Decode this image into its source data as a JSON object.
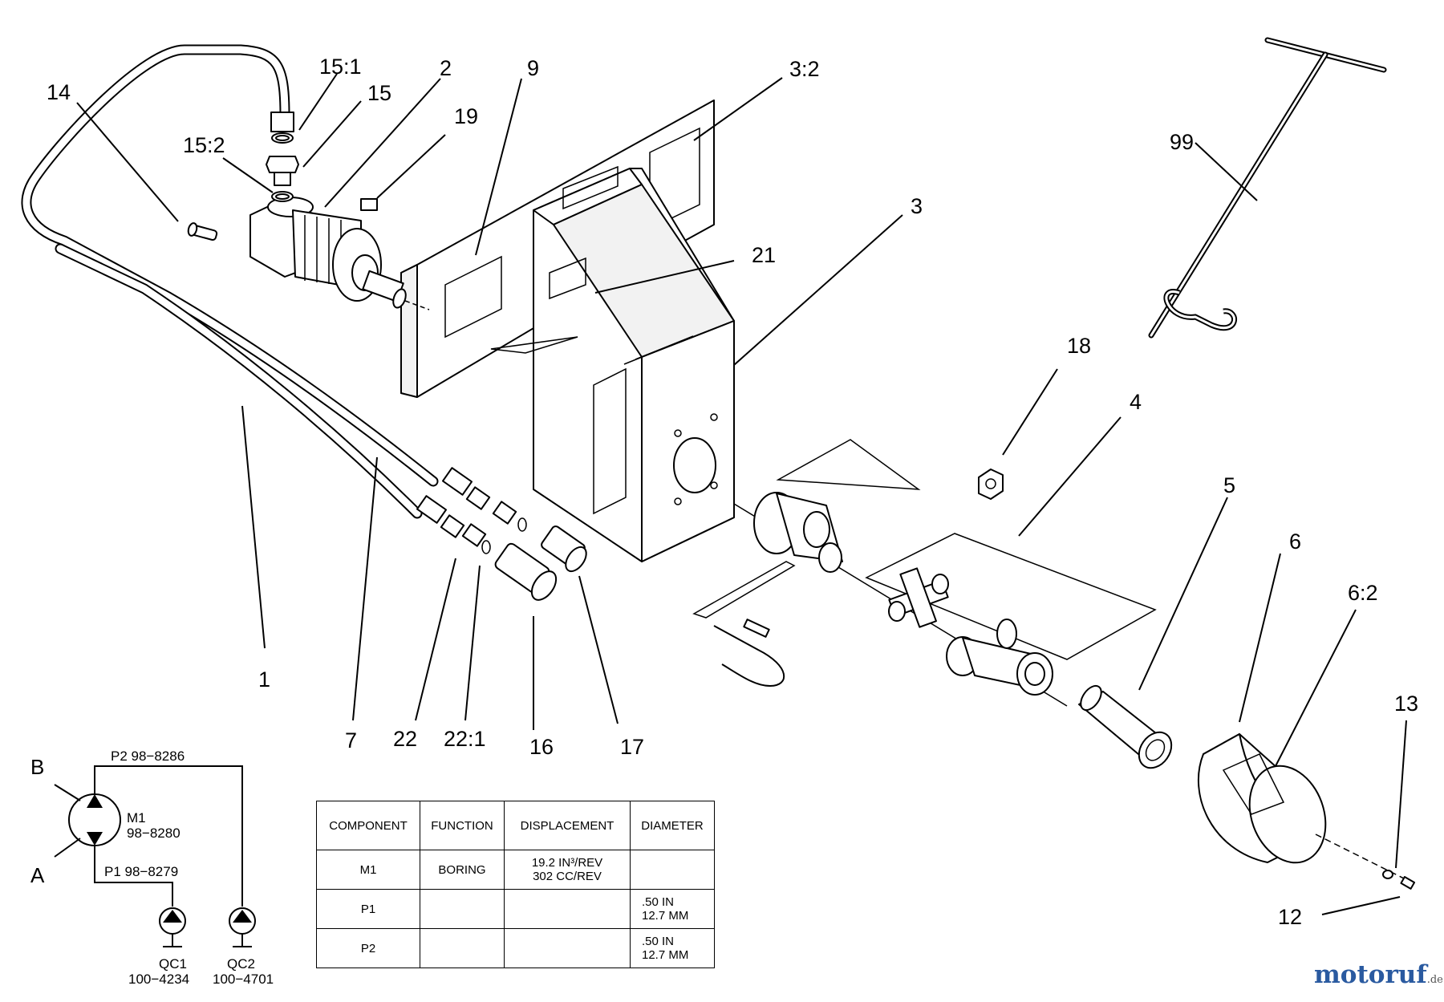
{
  "callouts": {
    "c1": "1",
    "c2": "2",
    "c3": "3",
    "c3_2": "3:2",
    "c4": "4",
    "c5": "5",
    "c6": "6",
    "c6_2": "6:2",
    "c7": "7",
    "c9": "9",
    "c12": "12",
    "c13": "13",
    "c14": "14",
    "c15": "15",
    "c15_1": "15:1",
    "c15_2": "15:2",
    "c16": "16",
    "c17": "17",
    "c18": "18",
    "c19": "19",
    "c21": "21",
    "c22": "22",
    "c22_1": "22:1",
    "c99": "99"
  },
  "schematic": {
    "port_b": "B",
    "port_a": "A",
    "p2": "P2 98−8286",
    "p1": "P1 98−8279",
    "motor_name": "M1",
    "motor_number": "98−8280",
    "qc1_name": "QC1",
    "qc1_number": "100−4234",
    "qc2_name": "QC2",
    "qc2_number": "100−4701"
  },
  "table": {
    "headers": [
      "COMPONENT",
      "FUNCTION",
      "DISPLACEMENT",
      "DIAMETER"
    ],
    "rows": [
      {
        "component": "M1",
        "function": "BORING",
        "displacement_1": "19.2 IN³/REV",
        "displacement_2": "302 CC/REV",
        "diameter_1": "",
        "diameter_2": ""
      },
      {
        "component": "P1",
        "function": "",
        "displacement_1": "",
        "displacement_2": "",
        "diameter_1": ".50 IN",
        "diameter_2": "12.7 MM"
      },
      {
        "component": "P2",
        "function": "",
        "displacement_1": "",
        "displacement_2": "",
        "diameter_1": ".50 IN",
        "diameter_2": "12.7 MM"
      }
    ]
  },
  "watermark": {
    "brand": "motoruf",
    "tld": ".de"
  }
}
